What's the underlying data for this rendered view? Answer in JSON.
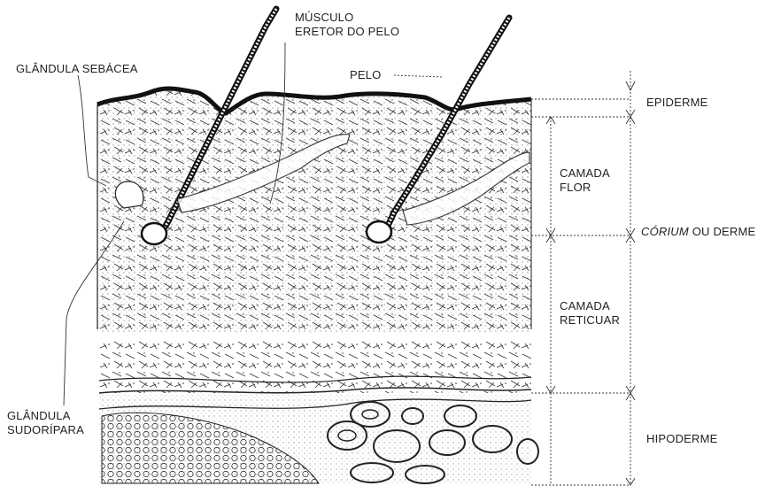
{
  "labels": {
    "musculo_line1": "MÚSCULO",
    "musculo_line2": "ERETOR DO PELO",
    "glandula_sebacea": "GLÂNDULA SEBÁCEA",
    "pelo": "PELO",
    "epiderme": "EPIDERME",
    "camada_flor_line1": "CAMADA",
    "camada_flor_line2": "FLOR",
    "corium_italic": "CÓRIUM",
    "corium_rest": " OU DERME",
    "camada_reticular_line1": "CAMADA",
    "camada_reticular_line2": "RETICUAR",
    "glandula_sudoripara_line1": "GLÂNDULA",
    "glandula_sudoripara_line2": "SUDORÍPARA",
    "hipoderme": "HIPODERME"
  },
  "colors": {
    "ink": "#1a1a1a",
    "background": "#ffffff"
  }
}
